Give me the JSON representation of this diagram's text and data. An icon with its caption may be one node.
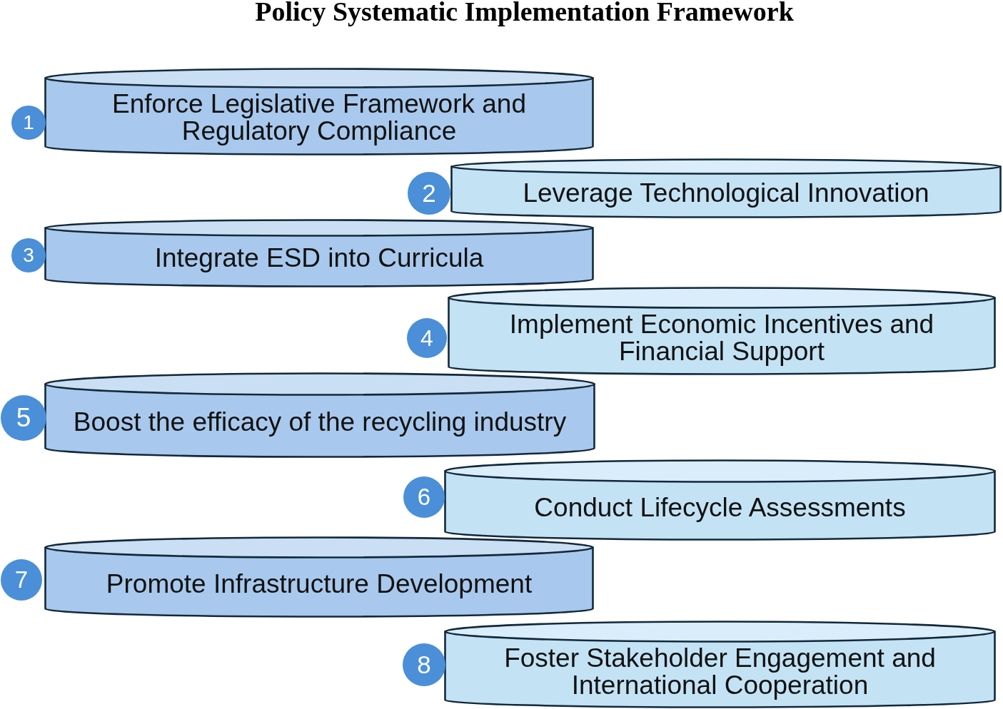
{
  "diagram": {
    "title": "Policy Systematic Implementation Framework",
    "nodes": [
      {
        "text": [
          "1"
        ]
      },
      {
        "text": [
          "Enforce Legislative Framework and Regulatory Compliance"
        ]
      },
      {
        "text": [
          "2"
        ]
      },
      {
        "text": [
          "Leverage Technological Innovation"
        ]
      },
      {
        "text": [
          "3"
        ]
      },
      {
        "text": [
          "Integrate ESD into Curricula"
        ]
      },
      {
        "text": [
          "4"
        ]
      },
      {
        "text": [
          "Implement Economic Incentives and Financial Support"
        ]
      },
      {
        "text": [
          "5"
        ]
      },
      {
        "text": [
          "Boost the efficacy of the recycling industry"
        ]
      },
      {
        "text": [
          "6"
        ]
      },
      {
        "text": [
          "Conduct Lifecycle Assessments"
        ]
      },
      {
        "text": [
          "7"
        ]
      },
      {
        "text": [
          "Promote Infrastructure Development"
        ]
      },
      {
        "text": [
          "8"
        ]
      },
      {
        "text": [
          "Foster Stakeholder Engagement and International Cooperation"
        ]
      }
    ]
  }
}
